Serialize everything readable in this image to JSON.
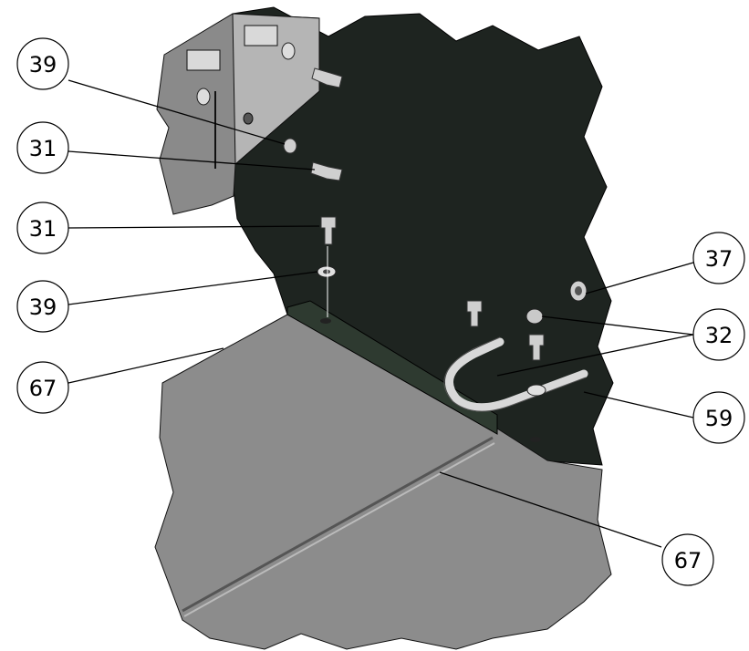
{
  "callouts": [
    {
      "id": "c1",
      "label": "39"
    },
    {
      "id": "c2",
      "label": "31"
    },
    {
      "id": "c3",
      "label": "31"
    },
    {
      "id": "c4",
      "label": "39"
    },
    {
      "id": "c5",
      "label": "67"
    },
    {
      "id": "c6",
      "label": "37"
    },
    {
      "id": "c7",
      "label": "32"
    },
    {
      "id": "c8",
      "label": "59"
    },
    {
      "id": "c9",
      "label": "67"
    }
  ],
  "colors": {
    "dark_panel": "#1e2420",
    "grey_plate": "#8c8c8c",
    "upper_block": "#8a8a8a",
    "hardware": "#cfcfcf",
    "outline": "#000000"
  }
}
